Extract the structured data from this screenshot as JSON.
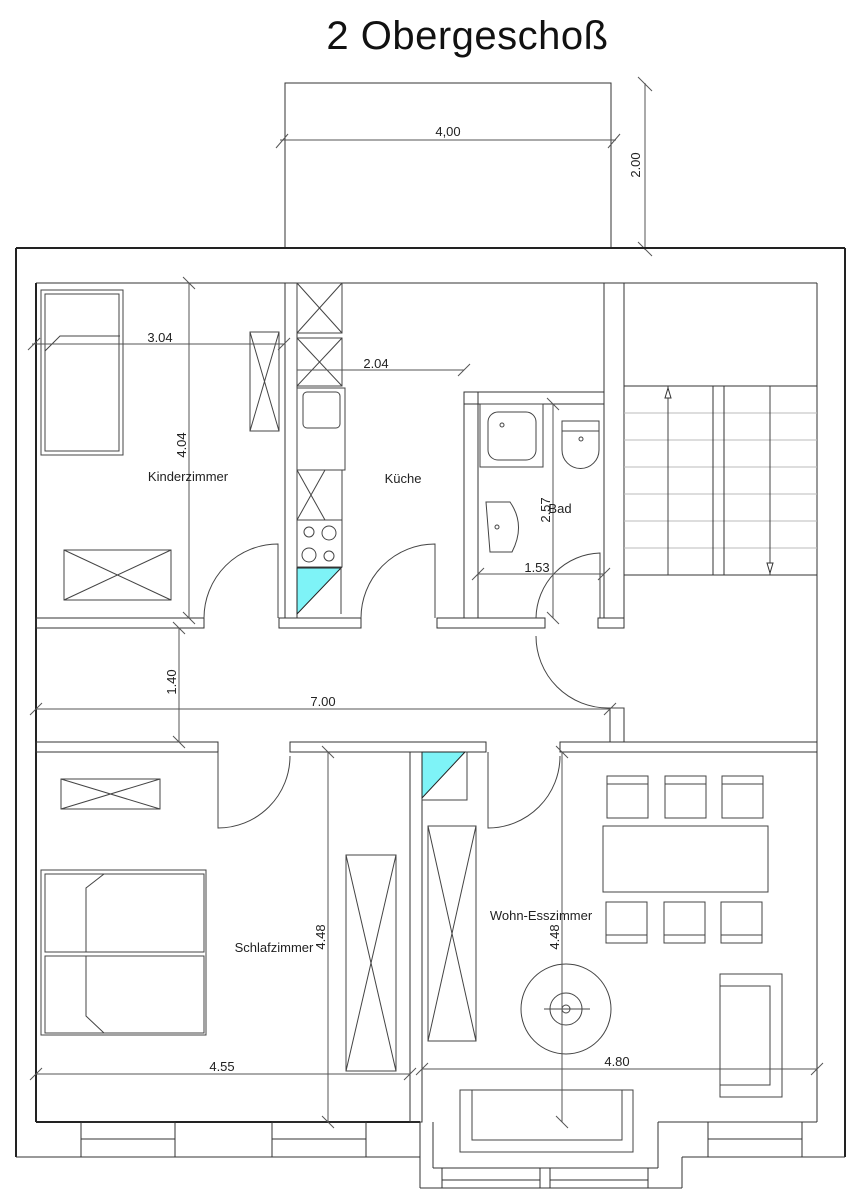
{
  "title": "2 Obergeschoß",
  "rooms": {
    "kinderzimmer": "Kinderzimmer",
    "kueche": "Küche",
    "bad": "Bad",
    "schlafzimmer": "Schlafzimmer",
    "wohn_esszimmer": "Wohn-Esszimmer"
  },
  "dimensions": {
    "balcony_width": "4,00",
    "balcony_depth": "2.00",
    "kinderzimmer_width": "3.04",
    "kinderzimmer_depth": "4.04",
    "kueche_width": "2.04",
    "bad_depth": "2.57",
    "bad_width": "1.53",
    "flur_depth": "1.40",
    "flur_length": "7.00",
    "schlafzimmer_width": "4.55",
    "schlafzimmer_depth": "4.48",
    "wohn_depth": "4.48",
    "wohn_width": "4.80"
  },
  "colors": {
    "wall": "#222222",
    "highlight": "#7ef3f7"
  }
}
